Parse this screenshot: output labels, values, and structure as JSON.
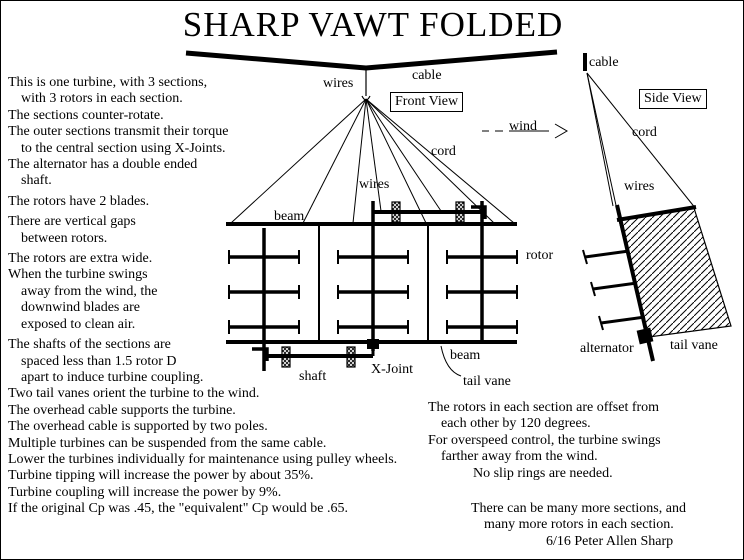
{
  "title": "SHARP VAWT FOLDED",
  "labels": {
    "front_view": "Front View",
    "side_view": "Side View",
    "wires_top": "wires",
    "cable_top": "cable",
    "cable_side": "cable",
    "wind": "wind",
    "cord_front": "cord",
    "cord_side": "cord",
    "wires_front": "wires",
    "wires_side": "wires",
    "beam_top": "beam",
    "beam_bottom": "beam",
    "rotor": "rotor",
    "shaft": "shaft",
    "x_joint": "X-Joint",
    "tail_vane_front": "tail vane",
    "tail_vane_side": "tail vane",
    "alternator": "alternator"
  },
  "notes_left": [
    "This is one turbine, with 3 sections,",
    "with 3 rotors in each section.",
    "The sections counter-rotate.",
    "The outer sections transmit their torque",
    "to the central section using X-Joints.",
    "The alternator has a double ended",
    "shaft.",
    "The rotors have 2 blades.",
    "There are vertical gaps",
    "between rotors.",
    "The rotors are extra wide.",
    "When the turbine swings",
    "away from the wind, the",
    "downwind blades are",
    "exposed to clean air.",
    "The shafts of the sections are",
    "spaced less than 1.5 rotor D",
    "apart to induce turbine coupling.",
    "Two tail vanes orient the turbine to the wind.",
    "The overhead cable supports the turbine.",
    "The overhead cable is supported by two poles.",
    "Multiple turbines can be suspended from the same cable.",
    "Lower the turbines individually for maintenance using pulley wheels.",
    "Turbine tipping will increase the power by about 35%.",
    "Turbine coupling will increase the power by 9%.",
    "If the original Cp was .45, the \"equivalent\" Cp would be .65."
  ],
  "notes_right": [
    "The rotors in each section are offset from",
    "each other by 120 degrees.",
    "For overspeed control, the turbine swings",
    "farther away from the wind.",
    "No slip rings are needed."
  ],
  "notes_bottom": [
    "There can be many more sections, and",
    "many more rotors in each section.",
    "6/16   Peter Allen Sharp"
  ]
}
